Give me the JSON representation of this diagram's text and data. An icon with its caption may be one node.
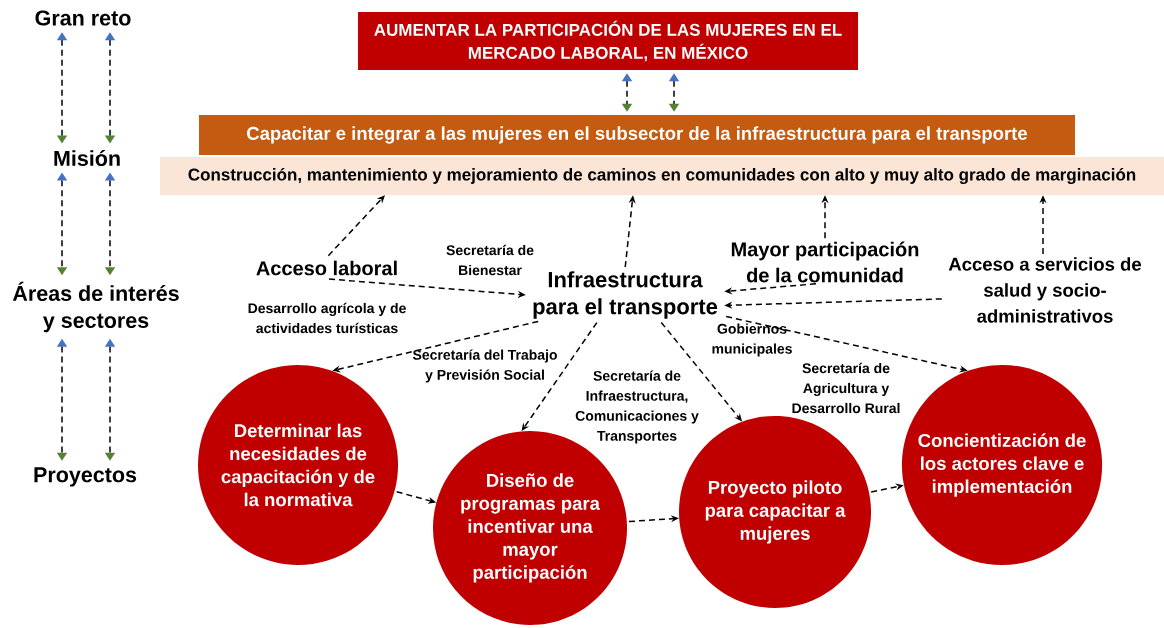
{
  "diagram": {
    "nodes": [
      {
        "text": [
          "AUMENTAR LA PARTICIPACIÓN DE LAS MUJERES EN EL MERCADO LABORAL, EN MÉXICO"
        ]
      },
      {
        "text": [
          "Capacitar e integrar a las mujeres en el subsector de la infraestructura para el transporte"
        ]
      },
      {
        "text": [
          "Construcción, mantenimiento y mejoramiento de caminos en comunidades con alto y muy alto grado de marginación"
        ]
      },
      {
        "text": [
          "Acceso laboral"
        ]
      },
      {
        "text": [
          "Infraestructura para el transporte"
        ]
      },
      {
        "text": [
          "Mayor participación de la comunidad"
        ]
      },
      {
        "text": [
          "Acceso a servicios de salud y socio-administrativos"
        ]
      },
      {
        "text": [
          "Determinar las necesidades de capacitación y de la normativa"
        ]
      },
      {
        "text": [
          "Diseño de programas para incentivar una mayor participación"
        ]
      },
      {
        "text": [
          "Proyecto piloto para capacitar a mujeres"
        ]
      },
      {
        "text": [
          "Concientización de los actores clave e implementación"
        ]
      },
      {
        "text": [
          "Gran reto"
        ]
      },
      {
        "text": [
          "Misión"
        ]
      },
      {
        "text": [
          "Áreas de interés y sectores"
        ]
      },
      {
        "text": [
          "Proyectos"
        ]
      }
    ],
    "edges": [
      {
        "from": 3,
        "to": 2,
        "arrow": "to",
        "style": "dashed"
      },
      {
        "from": 3,
        "to": 4,
        "arrow": "to",
        "style": "dashed"
      },
      {
        "from": 4,
        "to": 2,
        "arrow": "to",
        "style": "dashed"
      },
      {
        "from": 5,
        "to": 2,
        "arrow": "to",
        "style": "dashed"
      },
      {
        "from": 6,
        "to": 2,
        "arrow": "to",
        "style": "dashed"
      },
      {
        "from": 5,
        "to": 4,
        "arrow": "to",
        "style": "dashed"
      },
      {
        "from": 6,
        "to": 4,
        "arrow": "to",
        "style": "dashed"
      },
      {
        "from": 4,
        "to": 7,
        "arrow": "to",
        "style": "dashed"
      },
      {
        "from": 4,
        "to": 8,
        "arrow": "to",
        "style": "dashed"
      },
      {
        "from": 4,
        "to": 9,
        "arrow": "to",
        "style": "dashed"
      },
      {
        "from": 4,
        "to": 10,
        "arrow": "to",
        "style": "dashed"
      },
      {
        "from": 7,
        "to": 8,
        "arrow": "to",
        "style": "dashed"
      },
      {
        "from": 8,
        "to": 9,
        "arrow": "to",
        "style": "dashed"
      },
      {
        "from": 9,
        "to": 10,
        "arrow": "to",
        "style": "dashed"
      },
      {
        "from": 0,
        "to": 1,
        "arrow": "both",
        "style": "dashed"
      },
      {
        "from": 0,
        "to": 1,
        "arrow": "both",
        "style": "dashed"
      },
      {
        "from": 11,
        "to": 12,
        "arrow": "both",
        "style": "dashed"
      },
      {
        "from": 11,
        "to": 12,
        "arrow": "both",
        "style": "dashed"
      },
      {
        "from": 12,
        "to": 13,
        "arrow": "both",
        "style": "dashed"
      },
      {
        "from": 12,
        "to": 13,
        "arrow": "both",
        "style": "dashed"
      },
      {
        "from": 13,
        "to": 14,
        "arrow": "both",
        "style": "dashed"
      },
      {
        "from": 13,
        "to": 14,
        "arrow": "both",
        "style": "dashed"
      }
    ],
    "labels": [
      "Secretaría de Bienestar",
      "Desarrollo agrícola y de actividades turísticas",
      "Secretaría del Trabajo y Previsión Social",
      "Secretaría de Infraestructura, Comunicaciones y Transportes",
      "Gobiernos municipales",
      "Secretaría de Agricultura y Desarrollo Rural"
    ]
  }
}
